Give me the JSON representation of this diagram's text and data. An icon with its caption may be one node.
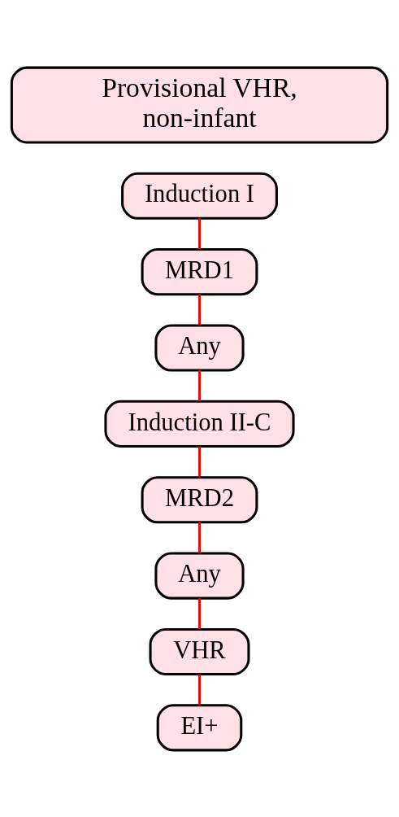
{
  "diagram": {
    "nodes": [
      {
        "text": [
          "Provisional VHR, non-infant"
        ]
      },
      {
        "text": [
          "Induction I"
        ]
      },
      {
        "text": [
          "MRD1"
        ]
      },
      {
        "text": [
          "Any"
        ]
      },
      {
        "text": [
          "Induction II-C"
        ]
      },
      {
        "text": [
          "MRD2"
        ]
      },
      {
        "text": [
          "Any"
        ]
      },
      {
        "text": [
          "VHR"
        ]
      },
      {
        "text": [
          "EI+"
        ]
      }
    ],
    "edges": [
      {
        "from": 1,
        "to": 2,
        "arrow": "none",
        "color": "#ff0000"
      },
      {
        "from": 2,
        "to": 3,
        "arrow": "none",
        "color": "#ff0000"
      },
      {
        "from": 3,
        "to": 4,
        "arrow": "none",
        "color": "#ff0000"
      },
      {
        "from": 4,
        "to": 5,
        "arrow": "none",
        "color": "#ff0000"
      },
      {
        "from": 5,
        "to": 6,
        "arrow": "none",
        "color": "#ff0000"
      },
      {
        "from": 6,
        "to": 7,
        "arrow": "none",
        "color": "#ff0000"
      },
      {
        "from": 7,
        "to": 8,
        "arrow": "none",
        "color": "#ff0000"
      }
    ]
  }
}
